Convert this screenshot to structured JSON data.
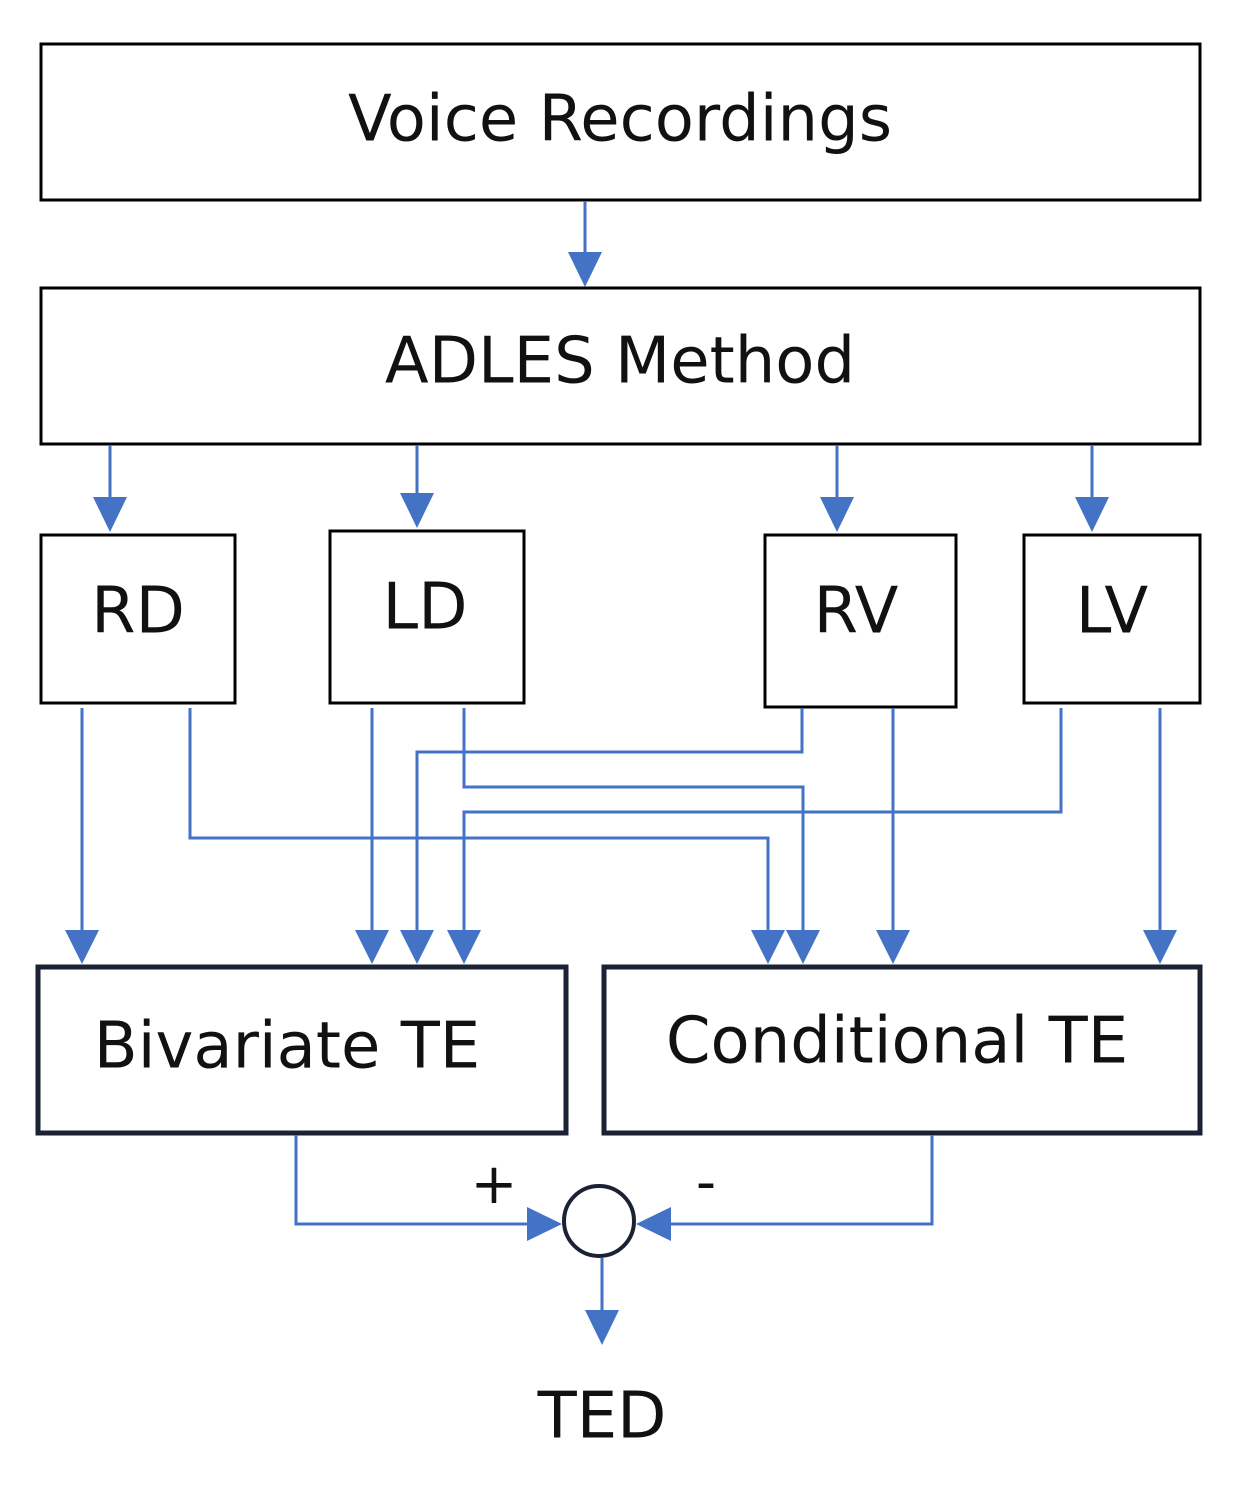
{
  "colors": {
    "connector": "#4472c4",
    "box_border": "#000000",
    "text": "#111111"
  },
  "nodes": {
    "voice_recordings": "Voice Recordings",
    "adles_method": "ADLES Method",
    "rd": "RD",
    "ld": "LD",
    "rv": "RV",
    "lv": "LV",
    "bivariate_te": "Bivariate TE",
    "conditional_te": "Conditional TE",
    "output": "TED"
  },
  "sum_junction": {
    "plus_sign": "+",
    "minus_sign": "-"
  }
}
